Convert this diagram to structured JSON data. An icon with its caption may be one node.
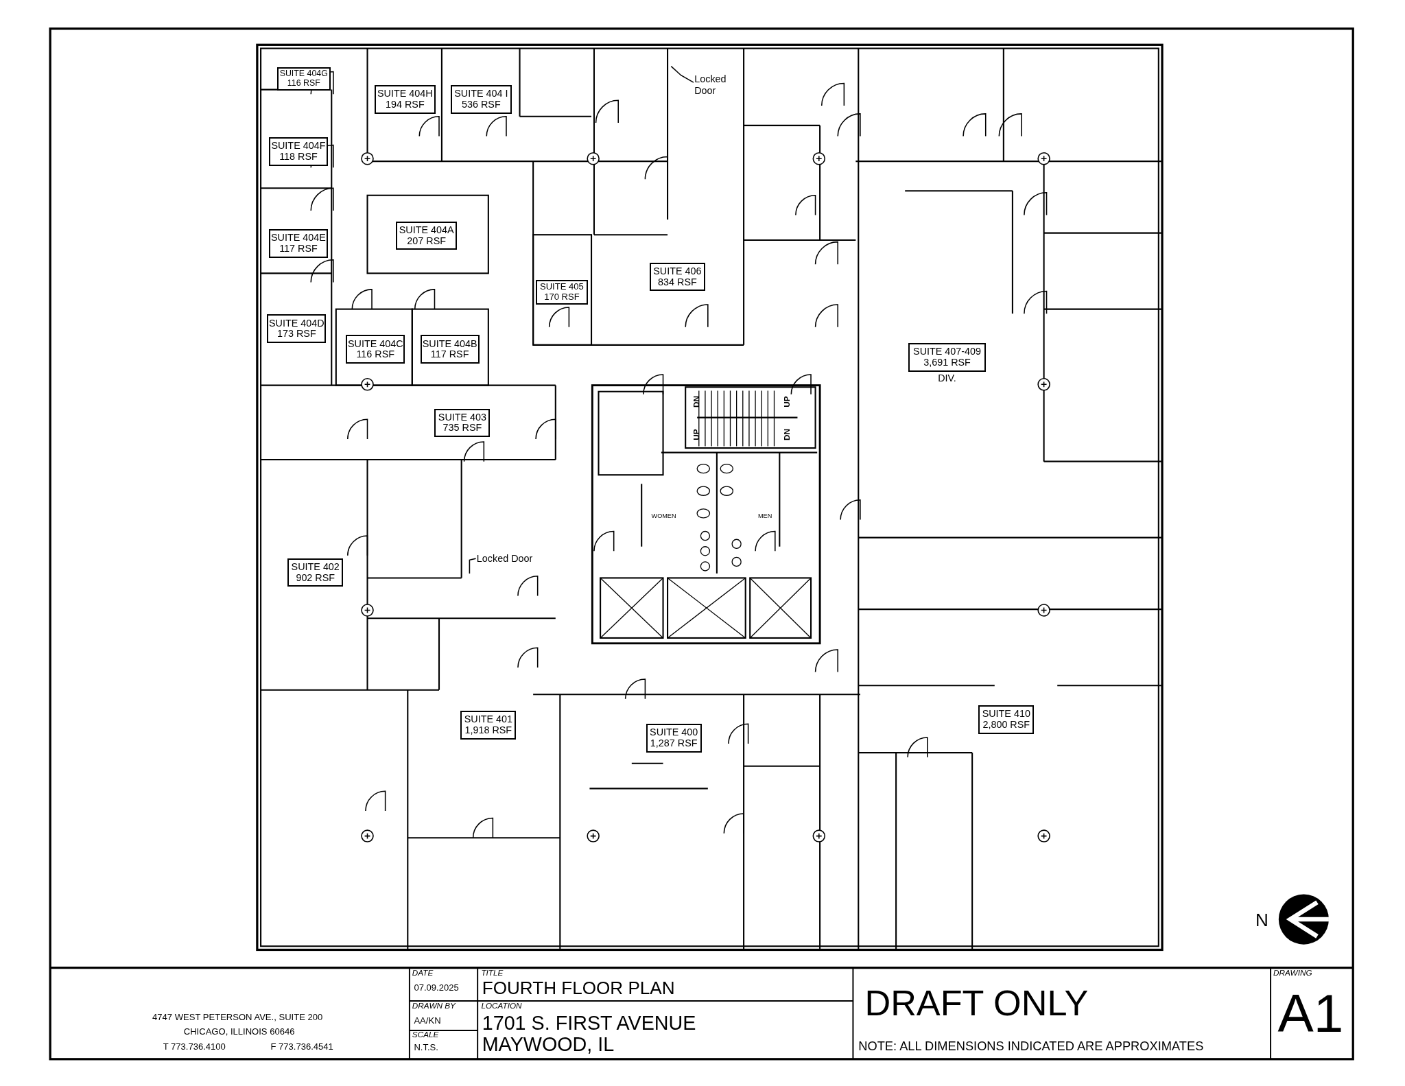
{
  "diagram": {
    "nodes": [
      {
        "text": [
          "SUITE 404G",
          "116 RSF"
        ]
      },
      {
        "text": [
          "SUITE 404H",
          "194 RSF"
        ]
      },
      {
        "text": [
          "SUITE 404 I",
          "536 RSF"
        ]
      },
      {
        "text": [
          "Locked Door"
        ]
      },
      {
        "text": [
          "SUITE 404F",
          "118 RSF"
        ]
      },
      {
        "text": [
          "SUITE 404E",
          "117 RSF"
        ]
      },
      {
        "text": [
          "SUITE 404A",
          "207 RSF"
        ]
      },
      {
        "text": [
          "SUITE 406",
          "834 RSF"
        ]
      },
      {
        "text": [
          "SUITE 405",
          "170 RSF"
        ]
      },
      {
        "text": [
          "SUITE 404D",
          "173 RSF"
        ]
      },
      {
        "text": [
          "SUITE 404C",
          "116 RSF"
        ]
      },
      {
        "text": [
          "SUITE 404B",
          "117 RSF"
        ]
      },
      {
        "text": [
          "SUITE 407-409",
          "3,691 RSF"
        ],
        "beside": [
          "DIV."
        ]
      },
      {
        "text": [
          "SUITE 403",
          "735 RSF"
        ]
      },
      {
        "text": [
          "SUITE 402",
          "902 RSF"
        ]
      },
      {
        "text": [
          "Locked Door"
        ]
      },
      {
        "text": [
          "SUITE 410",
          "2,800 RSF"
        ]
      },
      {
        "text": [
          "SUITE 401",
          "1,918 RSF"
        ]
      },
      {
        "text": [
          "SUITE 400",
          "1,287 RSF"
        ]
      }
    ],
    "edges": [
      {
        "from": 3,
        "to": null,
        "arrow": "none"
      },
      {
        "from": 15,
        "to": null,
        "arrow": "none"
      }
    ],
    "labels": [
      "DN",
      "UP",
      "UP",
      "DN",
      "WOMEN",
      "MEN",
      "N",
      "4747 WEST PETERSON AVE., SUITE 200",
      "CHICAGO, ILLINOIS 60646",
      "T 773.736.4100",
      "F 773.736.4541",
      "DATE",
      "TITLE",
      "07.09.2025",
      "FOURTH FLOOR PLAN",
      "DRAWN BY",
      "LOCATION",
      "AA/KN",
      "1701 S. FIRST AVENUE",
      "SCALE",
      "N.T.S.",
      "MAYWOOD, IL",
      "DRAFT ONLY",
      "NOTE: ALL DIMENSIONS INDICATED ARE APPROXIMATES",
      "DRAWING",
      "A1"
    ]
  }
}
